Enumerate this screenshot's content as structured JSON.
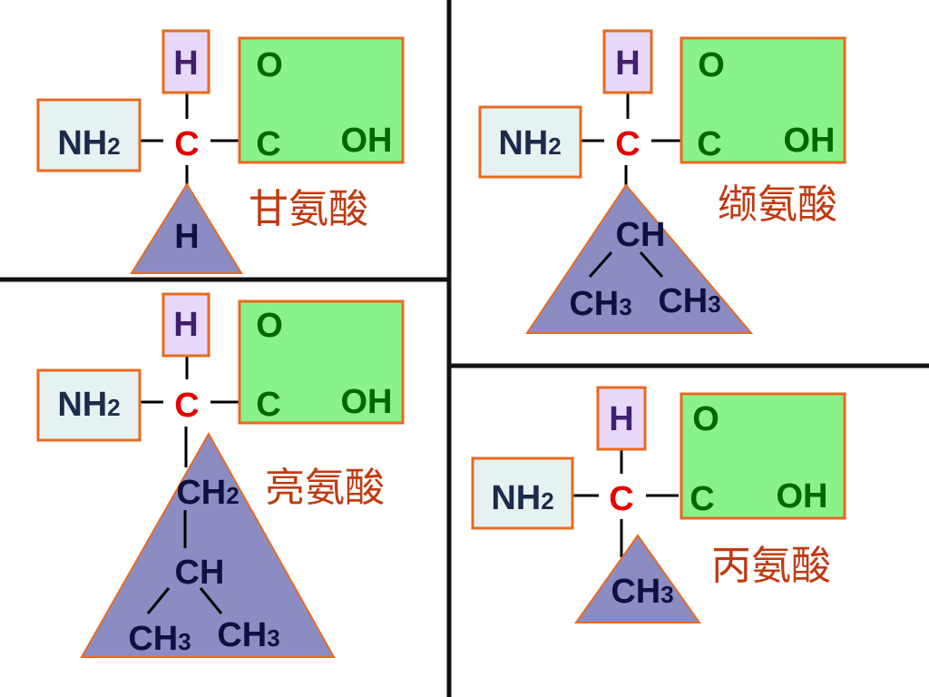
{
  "colors": {
    "box_border": "#e86a1e",
    "h_fill": "#e8d8f8",
    "nh2_fill": "#e6f2f2",
    "cooh_fill": "#8af28a",
    "r_fill": "#8c8cc4",
    "alpha_c": "#e60000",
    "hydrogen": "#40206e",
    "oxygen": "#006600",
    "amino": "#1c2b4a",
    "r_text": "#101040",
    "name": "#c03a10",
    "divider": "#111111"
  },
  "panels": [
    {
      "id": "glycine",
      "name": "甘氨酸",
      "h_label": "H",
      "amino": {
        "main": "NH",
        "sub": "2"
      },
      "alpha_c": "C",
      "carboxyl": {
        "c": "C",
        "o": "O",
        "oh": "OH"
      },
      "r_group": {
        "h": "H"
      }
    },
    {
      "id": "valine",
      "name": "缬氨酸",
      "h_label": "H",
      "amino": {
        "main": "NH",
        "sub": "2"
      },
      "alpha_c": "C",
      "carboxyl": {
        "c": "C",
        "o": "O",
        "oh": "OH"
      },
      "r_group": {
        "ch": "CH",
        "ch3_left": "CH",
        "ch3_left_sub": "3",
        "ch3_right": "CH",
        "ch3_right_sub": "3"
      }
    },
    {
      "id": "leucine",
      "name": "亮氨酸",
      "h_label": "H",
      "amino": {
        "main": "NH",
        "sub": "2"
      },
      "alpha_c": "C",
      "carboxyl": {
        "c": "C",
        "o": "O",
        "oh": "OH"
      },
      "r_group": {
        "ch2": "CH",
        "ch2_sub": "2",
        "ch": "CH",
        "ch3_left": "CH",
        "ch3_left_sub": "3",
        "ch3_right": "CH",
        "ch3_right_sub": "3"
      }
    },
    {
      "id": "alanine",
      "name": "丙氨酸",
      "h_label": "H",
      "amino": {
        "main": "NH",
        "sub": "2"
      },
      "alpha_c": "C",
      "carboxyl": {
        "c": "C",
        "o": "O",
        "oh": "OH"
      },
      "r_group": {
        "ch3": "CH",
        "ch3_sub": "3"
      }
    }
  ]
}
